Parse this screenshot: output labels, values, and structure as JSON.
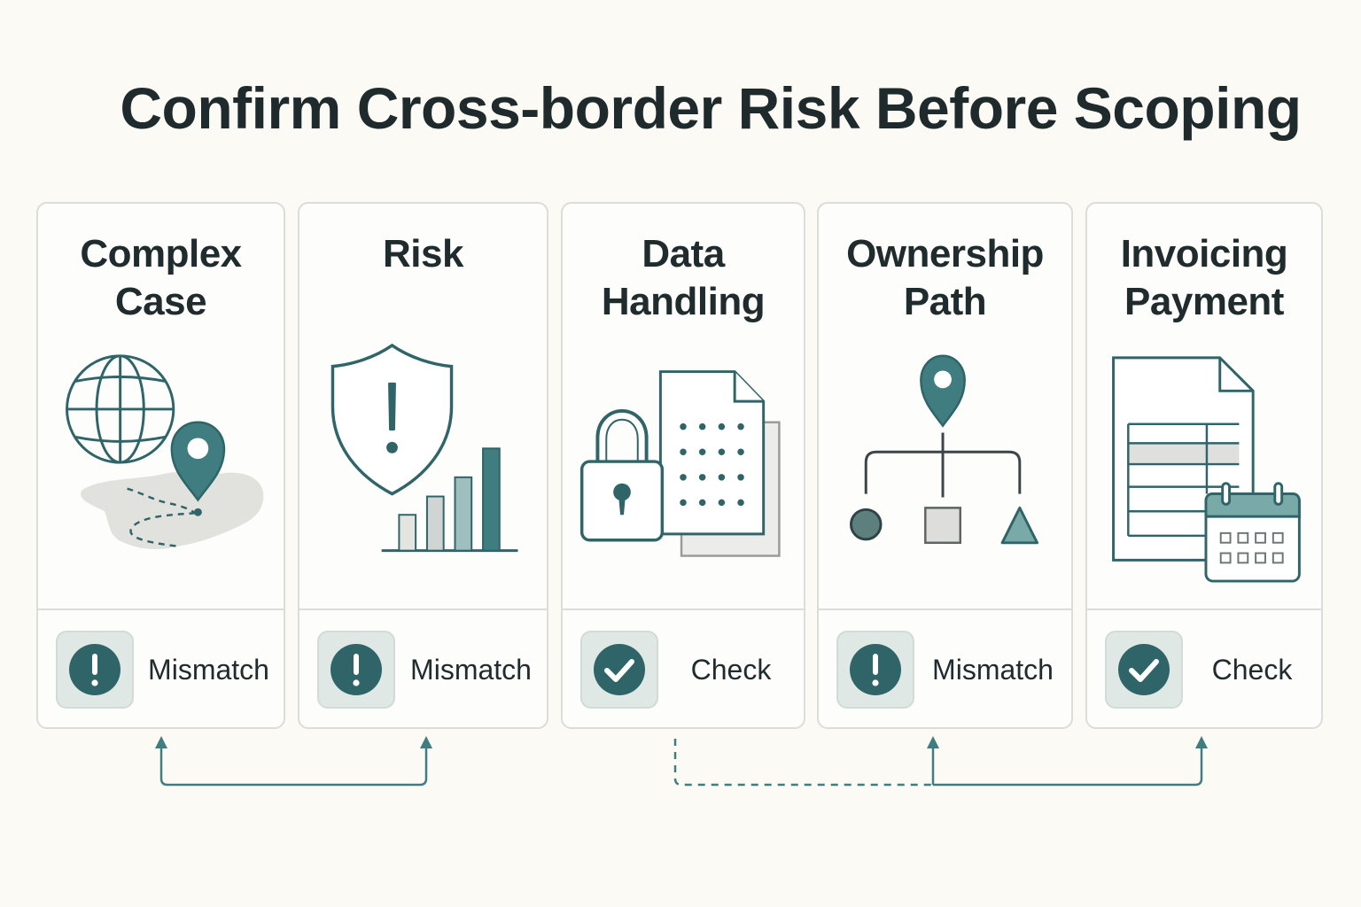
{
  "title": "Confirm Cross-border Risk Before Scoping",
  "colors": {
    "teal_dark": "#2f6468",
    "teal_mid": "#3f7d80",
    "teal_light": "#9fbfbf",
    "grey_fill": "#e1e1de",
    "badge_bg": "#dfe8e5",
    "text": "#1f2b2d"
  },
  "cards": [
    {
      "title_line1": "Complex",
      "title_line2": "Case",
      "icon": "globe-map-pin-icon",
      "status_icon": "exclamation-icon",
      "status": "Mismatch"
    },
    {
      "title_line1": "Risk",
      "title_line2": "",
      "icon": "shield-bar-chart-icon",
      "status_icon": "exclamation-icon",
      "status": "Mismatch"
    },
    {
      "title_line1": "Data",
      "title_line2": "Handling",
      "icon": "lock-document-icon",
      "status_icon": "checkmark-icon",
      "status": "Check"
    },
    {
      "title_line1": "Ownership",
      "title_line2": "Path",
      "icon": "hierarchy-pin-icon",
      "status_icon": "exclamation-icon",
      "status": "Mismatch"
    },
    {
      "title_line1": "Invoicing",
      "title_line2": "Payment",
      "icon": "invoice-calendar-icon",
      "status_icon": "checkmark-icon",
      "status": "Check"
    }
  ],
  "connectors": [
    {
      "from": "Complex Case",
      "to": "Risk",
      "style": "solid"
    },
    {
      "from": "Data Handling",
      "to": "Invoicing Payment",
      "style": "dashed-then-solid",
      "branch": "Ownership Path"
    }
  ]
}
